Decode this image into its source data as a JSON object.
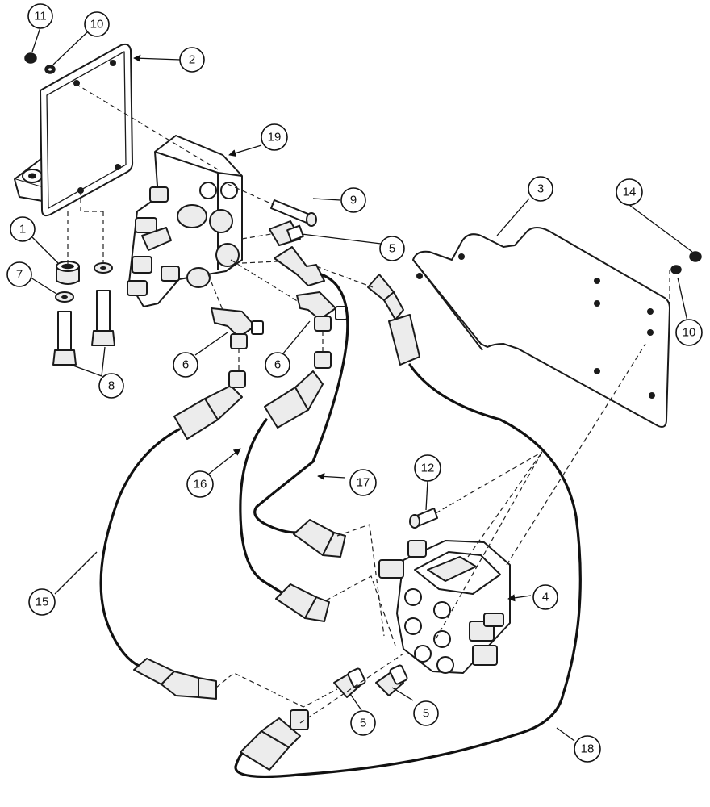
{
  "callouts": [
    {
      "id": "c11",
      "label": "11"
    },
    {
      "id": "c10a",
      "label": "10"
    },
    {
      "id": "c2",
      "label": "2"
    },
    {
      "id": "c19",
      "label": "19"
    },
    {
      "id": "c9",
      "label": "9"
    },
    {
      "id": "c3",
      "label": "3"
    },
    {
      "id": "c14",
      "label": "14"
    },
    {
      "id": "c1",
      "label": "1"
    },
    {
      "id": "c7",
      "label": "7"
    },
    {
      "id": "c5a",
      "label": "5"
    },
    {
      "id": "c10b",
      "label": "10"
    },
    {
      "id": "c6a",
      "label": "6"
    },
    {
      "id": "c6b",
      "label": "6"
    },
    {
      "id": "c8",
      "label": "8"
    },
    {
      "id": "c12",
      "label": "12"
    },
    {
      "id": "c16",
      "label": "16"
    },
    {
      "id": "c17",
      "label": "17"
    },
    {
      "id": "c4",
      "label": "4"
    },
    {
      "id": "c15",
      "label": "15"
    },
    {
      "id": "c5b",
      "label": "5"
    },
    {
      "id": "c5c",
      "label": "5"
    },
    {
      "id": "c18",
      "label": "18"
    }
  ]
}
